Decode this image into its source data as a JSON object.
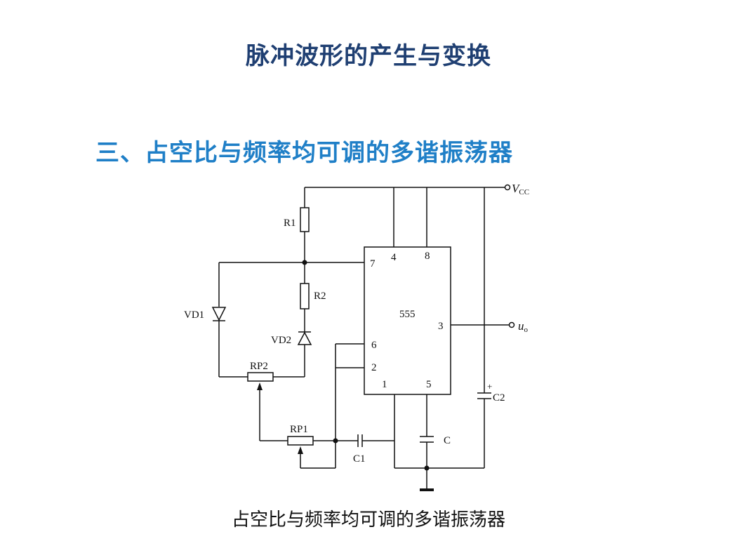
{
  "slide": {
    "title": "脉冲波形的产生与变换",
    "section_title": "三、占空比与频率均可调的多谐振荡器",
    "caption": "占空比与频率均可调的多谐振荡器"
  },
  "circuit": {
    "chip_label": "555",
    "pins": {
      "p7": "7",
      "p4": "4",
      "p8": "8",
      "p3": "3",
      "p6": "6",
      "p2": "2",
      "p1": "1",
      "p5": "5"
    },
    "labels": {
      "vcc": "V",
      "vcc_sub": "CC",
      "uo": "u",
      "uo_sub": "o",
      "r1": "R1",
      "r2": "R2",
      "vd1": "VD1",
      "vd2": "VD2",
      "rp1": "RP1",
      "rp2": "RP2",
      "c1": "C1",
      "c": "C",
      "c2": "C2",
      "c2_plus": "+"
    }
  }
}
